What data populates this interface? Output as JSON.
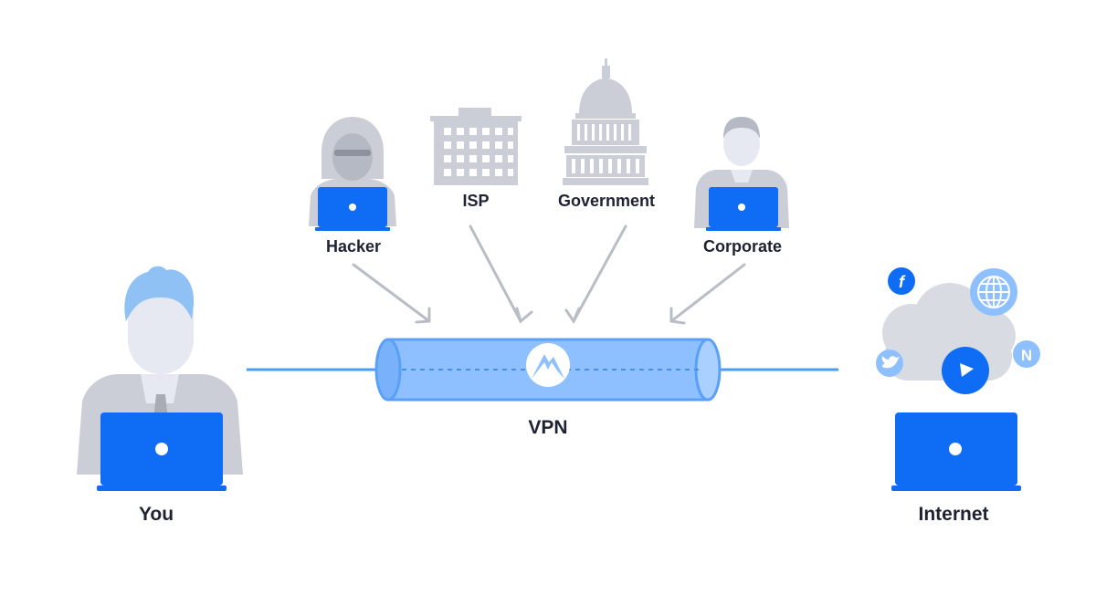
{
  "labels": {
    "hacker": "Hacker",
    "isp": "ISP",
    "government": "Government",
    "corporate": "Corporate",
    "vpn": "VPN",
    "you": "You",
    "internet": "Internet"
  },
  "colors": {
    "blue": "#0f6cf5",
    "tunnel": "#8ec0ff",
    "tunnel_edge": "#5aa0f7",
    "line": "#4a9ff2",
    "gray_figure": "#cbced6",
    "gray_arrow": "#b9bdc6",
    "hair": "#8fc1f5",
    "skin": "#e7e9f2",
    "text": "#1e2233"
  },
  "icons": [
    "hacker-figure",
    "isp-building-icon",
    "capitol-building-icon",
    "corporate-figure",
    "vpn-tunnel",
    "mountain-logo-icon",
    "cloud-icon",
    "facebook-icon",
    "globe-icon",
    "twitter-icon",
    "play-icon",
    "netflix-icon",
    "laptop-icon"
  ]
}
